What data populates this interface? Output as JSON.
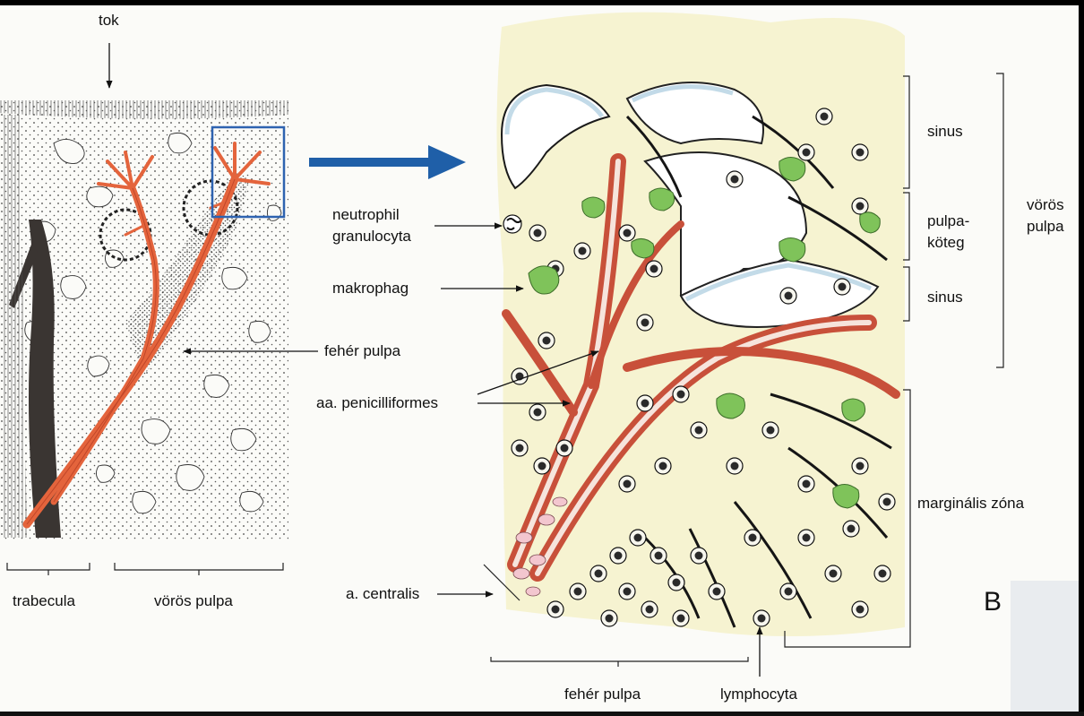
{
  "labels": {
    "tok": "tok",
    "trabecula": "trabecula",
    "voros_pulpa_left": "vörös pulpa",
    "feher_pulpa_mid": "fehér pulpa",
    "neutrophil_1": "neutrophil",
    "neutrophil_2": "granulocyta",
    "makrophag": "makrophag",
    "aa_penicilliformes": "aa. penicilliformes",
    "a_centralis": "a. centralis",
    "feher_pulpa_bottom": "fehér pulpa",
    "lymphocyta": "lymphocyta",
    "sinus_top": "sinus",
    "pulpa_koteg_1": "pulpa-",
    "pulpa_koteg_2": "köteg",
    "sinus_bottom": "sinus",
    "voros_pulpa_right_1": "vörös",
    "voros_pulpa_right_2": "pulpa",
    "marginalis_zona": "marginális zóna",
    "panel_letter": "B"
  },
  "colors": {
    "artery": "#e4643c",
    "artery_dark": "#b23a22",
    "arrow_blue": "#1f5fa8",
    "zoom_box": "#2e63b0",
    "macrophage_green": "#7fc35a",
    "sinus_blue": "#bcd7e6",
    "cord_yellow": "#f4f0c4",
    "rbc_pink": "#f3c6cf"
  }
}
